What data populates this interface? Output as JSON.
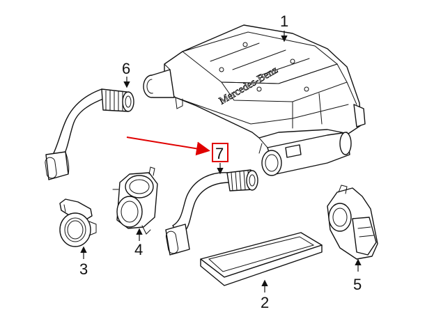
{
  "diagram": {
    "callouts": [
      {
        "id": "1",
        "label": "1"
      },
      {
        "id": "2",
        "label": "2"
      },
      {
        "id": "3",
        "label": "3"
      },
      {
        "id": "4",
        "label": "4"
      },
      {
        "id": "5",
        "label": "5"
      },
      {
        "id": "6",
        "label": "6"
      },
      {
        "id": "7",
        "label": "7"
      }
    ],
    "logo_text": "Mercedes-Benz",
    "highlight": {
      "color": "#e00000",
      "target_callout": "7"
    },
    "line_color": "#111111",
    "background": "#ffffff"
  }
}
